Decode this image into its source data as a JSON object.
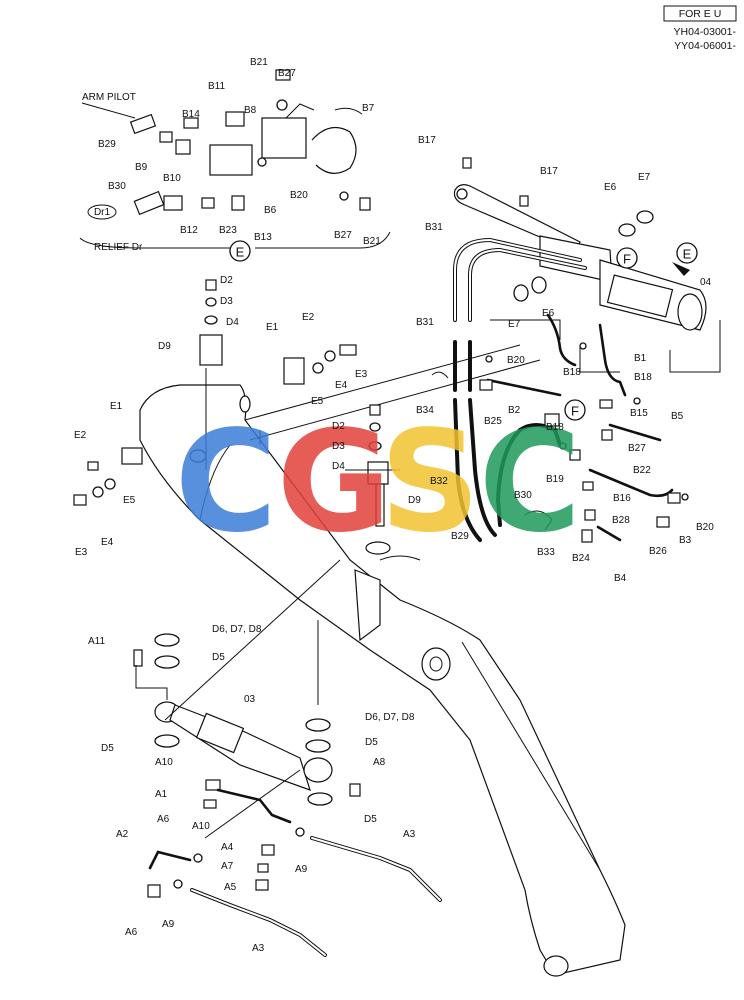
{
  "header": {
    "region_tag": "FOR E U",
    "serials": [
      "YH04-03001-",
      "YY04-06001-"
    ]
  },
  "sections": {
    "arm_pilot": "ARM PILOT",
    "relief": "RELIEF Dr",
    "dr1": "Dr1"
  },
  "circle_markers": [
    "E",
    "F",
    "E",
    "F"
  ],
  "part_labels": {
    "top_inset": [
      "B21",
      "B27",
      "B11",
      "B8",
      "B7",
      "B14",
      "B29",
      "B9",
      "B10",
      "B30",
      "B12",
      "B23",
      "B13",
      "B6",
      "B20",
      "B27",
      "B21"
    ],
    "right_assembly": [
      "B17",
      "B17",
      "E6",
      "E7",
      "B31",
      "B31",
      "E6",
      "E7",
      "04",
      "B1",
      "B18",
      "B18",
      "B20",
      "B34",
      "B2",
      "B25",
      "B15",
      "B5",
      "B27",
      "B22",
      "B18",
      "B19",
      "B16",
      "B32",
      "B30",
      "B28",
      "B29",
      "B33",
      "B24",
      "B4",
      "B26",
      "B3",
      "B20"
    ],
    "boom_area": [
      "D2",
      "D3",
      "D4",
      "E2",
      "E1",
      "D9",
      "E3",
      "E4",
      "E5",
      "E1",
      "E2",
      "E5",
      "E4",
      "E3",
      "D2",
      "D3",
      "D4",
      "D9"
    ],
    "cylinder_area": [
      "A11",
      "D6, D7, D8",
      "D5",
      "03",
      "D5",
      "D6, D7, D8",
      "D5",
      "A8",
      "A10",
      "A1",
      "A6",
      "D5",
      "A10",
      "A2",
      "A4",
      "A7",
      "A9",
      "A3",
      "A5",
      "A6",
      "A9",
      "A3"
    ]
  },
  "watermark": {
    "letters": [
      "C",
      "G",
      "S",
      "C"
    ],
    "colors": [
      "#3b7dd8",
      "#e2403a",
      "#f2c230",
      "#1f9a5a"
    ]
  }
}
